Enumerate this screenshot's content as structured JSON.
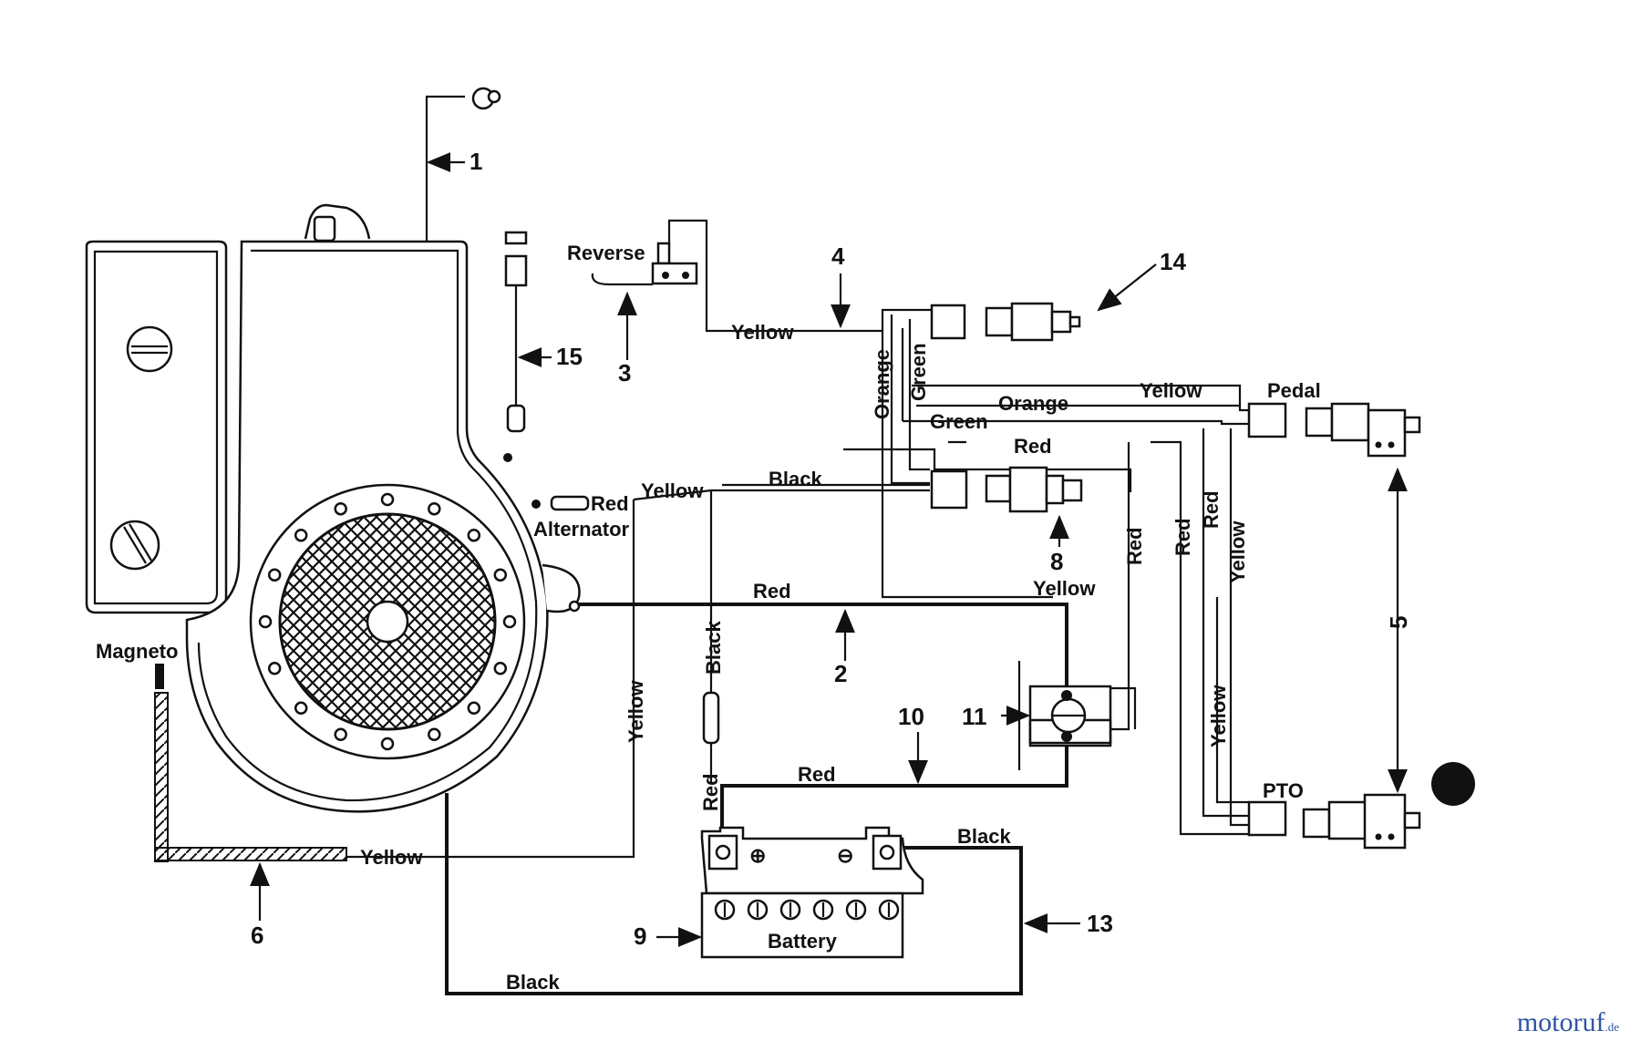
{
  "labels": {
    "reverse": "Reverse",
    "yellow": "Yellow",
    "orange": "Orange",
    "green": "Green",
    "red": "Red",
    "black": "Black",
    "pedal": "Pedal",
    "alternator": "Alternator",
    "magneto": "Magneto",
    "pto": "PTO",
    "battery": "Battery",
    "plus": "⊕",
    "minus": "⊖"
  },
  "callouts": [
    "1",
    "2",
    "3",
    "4",
    "5",
    "6",
    "8",
    "9",
    "10",
    "11",
    "13",
    "14",
    "15"
  ],
  "watermark": {
    "main": "motoruf",
    "tld": ".de"
  }
}
